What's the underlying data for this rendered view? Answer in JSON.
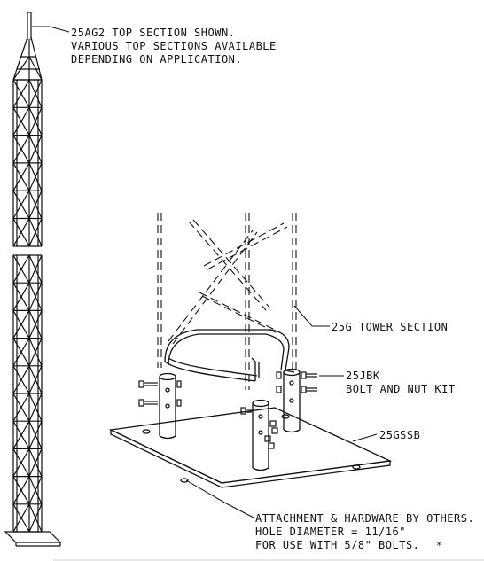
{
  "labels": {
    "top_section": [
      "25AG2 TOP SECTION SHOWN.",
      "VARIOUS TOP SECTIONS AVAILABLE",
      "DEPENDING ON APPLICATION."
    ],
    "tower_section": "25G TOWER SECTION",
    "bolt_kit": [
      "25JBK",
      "BOLT AND NUT KIT"
    ],
    "base_plate": "25GSSB",
    "attachment": [
      "ATTACHMENT & HARDWARE BY OTHERS.",
      "HOLE DIAMETER = 11/16\"",
      "FOR USE WITH 5/8\" BOLTS."
    ],
    "footnote_mark": "*"
  },
  "colors": {
    "ink": "#111111",
    "paper": "#ffffff"
  }
}
